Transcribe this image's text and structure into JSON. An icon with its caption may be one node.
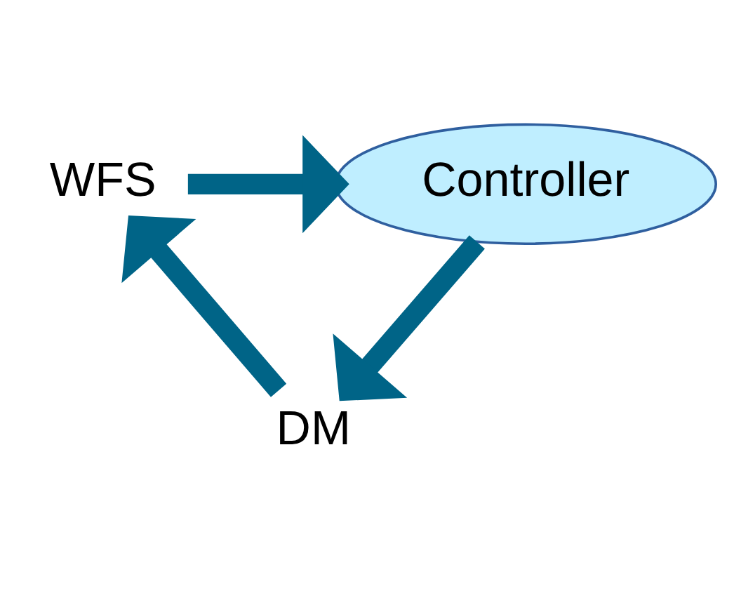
{
  "diagram": {
    "nodes": [
      {
        "text": [
          "WFS"
        ]
      },
      {
        "text": [
          "Controller"
        ]
      },
      {
        "text": [
          "DM"
        ]
      }
    ],
    "edges": [
      {
        "from": 0,
        "to": 1,
        "arrow": "to"
      },
      {
        "from": 1,
        "to": 2,
        "arrow": "to"
      },
      {
        "from": 2,
        "to": 0,
        "arrow": "to"
      }
    ]
  }
}
